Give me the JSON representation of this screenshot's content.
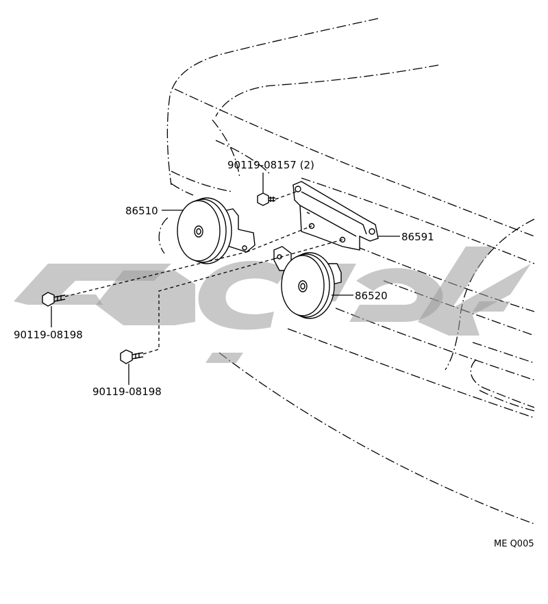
{
  "labels": {
    "bolt_top": "90119-08157 (2)",
    "horn_left": "86510",
    "bracket": "86591",
    "horn_right": "86520",
    "bolt_left": "90119-08198",
    "bolt_bottom": "90119-08198"
  },
  "figure_code": "ME Q005",
  "watermark": {
    "glyphs": "کادوک",
    "color": "#9a9a9a"
  }
}
